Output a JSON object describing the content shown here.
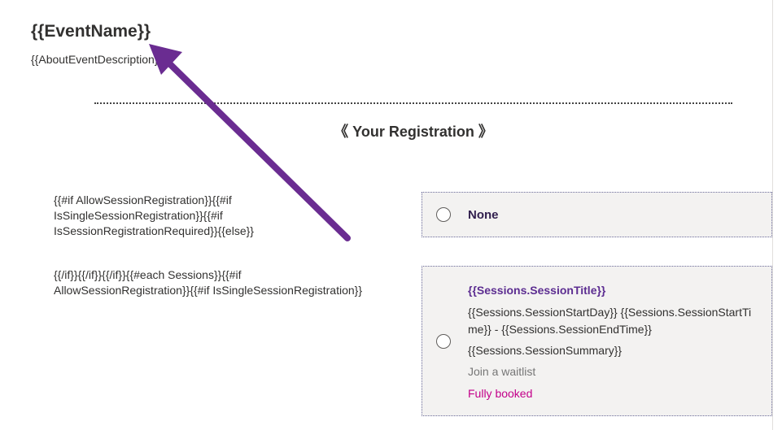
{
  "event": {
    "name": "{{EventName}}",
    "description": "{{AboutEventDescription}}"
  },
  "registration": {
    "heading": "《 Your Registration 》"
  },
  "template_blocks": {
    "block_a": [
      "{{#if AllowSessionRegistration}}{{#if",
      "IsSingleSessionRegistration}}{{#if",
      "IsSessionRegistrationRequired}}{{else}}"
    ],
    "block_b": [
      "{{/if}}{{/if}}{{/if}}{{#each Sessions}}{{#if",
      "AllowSessionRegistration}}{{#if IsSingleSessionRegistration}}"
    ]
  },
  "options": {
    "none_label": "None",
    "session": {
      "title": "{{Sessions.SessionTitle}}",
      "time": "{{Sessions.SessionStartDay}} {{Sessions.SessionStartTime}} - {{Sessions.SessionEndTime}}",
      "summary": "{{Sessions.SessionSummary}}",
      "waitlist": "Join a waitlist",
      "booked": "Fully booked"
    }
  },
  "colors": {
    "annotation_arrow": "#6a2c91",
    "session_title": "#5c2d91",
    "booked": "#c3008a",
    "option_bg": "#f3f2f1"
  },
  "icons": {
    "radio": "radio-button-icon",
    "arrow": "annotation-arrow-icon"
  }
}
